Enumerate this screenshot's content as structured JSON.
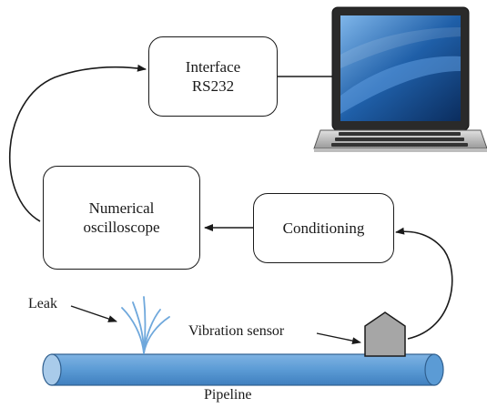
{
  "blocks": {
    "interface": {
      "line1": "Interface",
      "line2": "RS232"
    },
    "oscilloscope": {
      "line1": "Numerical",
      "line2": "oscilloscope"
    },
    "conditioning": {
      "line1": "Conditioning"
    }
  },
  "labels": {
    "leak": "Leak",
    "vibration_sensor": "Vibration sensor",
    "pipeline": "Pipeline"
  },
  "colors": {
    "pipe": "#5b9bd5",
    "pipe_end": "#a9cbea",
    "sensor": "#a6a6a6",
    "water": "#6fa8dc",
    "line": "#1a1a1a",
    "laptop_screen": "#1f5fa8"
  },
  "icons": {
    "computer": "laptop-icon",
    "sensor": "vibration-sensor-icon",
    "leak": "water-spray-icon"
  }
}
